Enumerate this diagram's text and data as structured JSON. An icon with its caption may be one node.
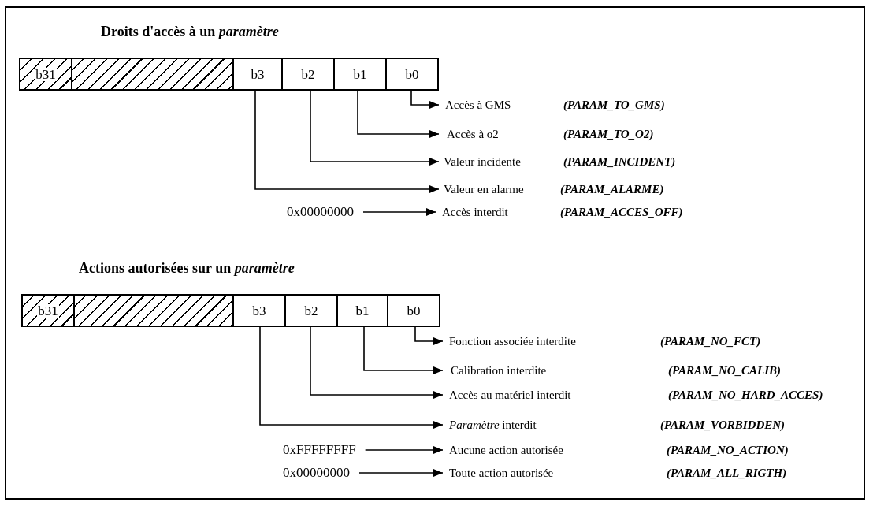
{
  "diagram": {
    "nodes": [
      {
        "text": [
          "b31"
        ]
      },
      {
        "text": [],
        "shape": "box"
      },
      {
        "text": [
          "b3"
        ]
      },
      {
        "text": [
          "b2"
        ]
      },
      {
        "text": [
          "b1"
        ]
      },
      {
        "text": [
          "b0"
        ]
      },
      {
        "text": [
          "Accès à GMS",
          "(PARAM_TO_GMS)"
        ]
      },
      {
        "text": [
          "Accès à o2",
          "(PARAM_TO_O2)"
        ]
      },
      {
        "text": [
          "Valeur incidente",
          "(PARAM_INCIDENT)"
        ]
      },
      {
        "text": [
          "Valeur en alarme",
          "(PARAM_ALARME)"
        ]
      },
      {
        "text": [
          "0x00000000"
        ]
      },
      {
        "text": [
          "Accès interdit",
          "(PARAM_ACCES_OFF)"
        ]
      },
      {
        "text": [
          "b31"
        ]
      },
      {
        "text": [],
        "shape": "box"
      },
      {
        "text": [
          "b3"
        ]
      },
      {
        "text": [
          "b2"
        ]
      },
      {
        "text": [
          "b1"
        ]
      },
      {
        "text": [
          "b0"
        ]
      },
      {
        "text": [
          "Fonction associée interdite",
          "(PARAM_NO_FCT)"
        ]
      },
      {
        "text": [
          "Calibration interdite",
          "(PARAM_NO_CALIB)"
        ]
      },
      {
        "text": [
          "Accès au matériel interdit",
          "(PARAM_NO_HARD_ACCES)"
        ]
      },
      {
        "text": [
          "*Paramètre* interdit",
          "(PARAM_VORBIDDEN)"
        ]
      },
      {
        "text": [
          "0xFFFFFFFF"
        ]
      },
      {
        "text": [
          "Aucune action autorisée",
          "(PARAM_NO_ACTION)"
        ]
      },
      {
        "text": [
          "0x00000000"
        ]
      },
      {
        "text": [
          "Toute action autorisée",
          "(PARAM_ALL_RIGTH)"
        ]
      }
    ],
    "edges": [
      {
        "from": 5,
        "to": 6,
        "arrow": "to"
      },
      {
        "from": 4,
        "to": 7,
        "arrow": "to"
      },
      {
        "from": 3,
        "to": 8,
        "arrow": "to"
      },
      {
        "from": 2,
        "to": 9,
        "arrow": "to"
      },
      {
        "from": 10,
        "to": 11,
        "arrow": "to"
      },
      {
        "from": 17,
        "to": 18,
        "arrow": "to"
      },
      {
        "from": 16,
        "to": 19,
        "arrow": "to"
      },
      {
        "from": 15,
        "to": 20,
        "arrow": "to"
      },
      {
        "from": 14,
        "to": 21,
        "arrow": "to"
      },
      {
        "from": 22,
        "to": 23,
        "arrow": "to"
      },
      {
        "from": 24,
        "to": 25,
        "arrow": "to"
      }
    ],
    "labels": [
      "Droits d'accès à un *paramètre*",
      "Actions autorisées sur un *paramètre*"
    ]
  }
}
